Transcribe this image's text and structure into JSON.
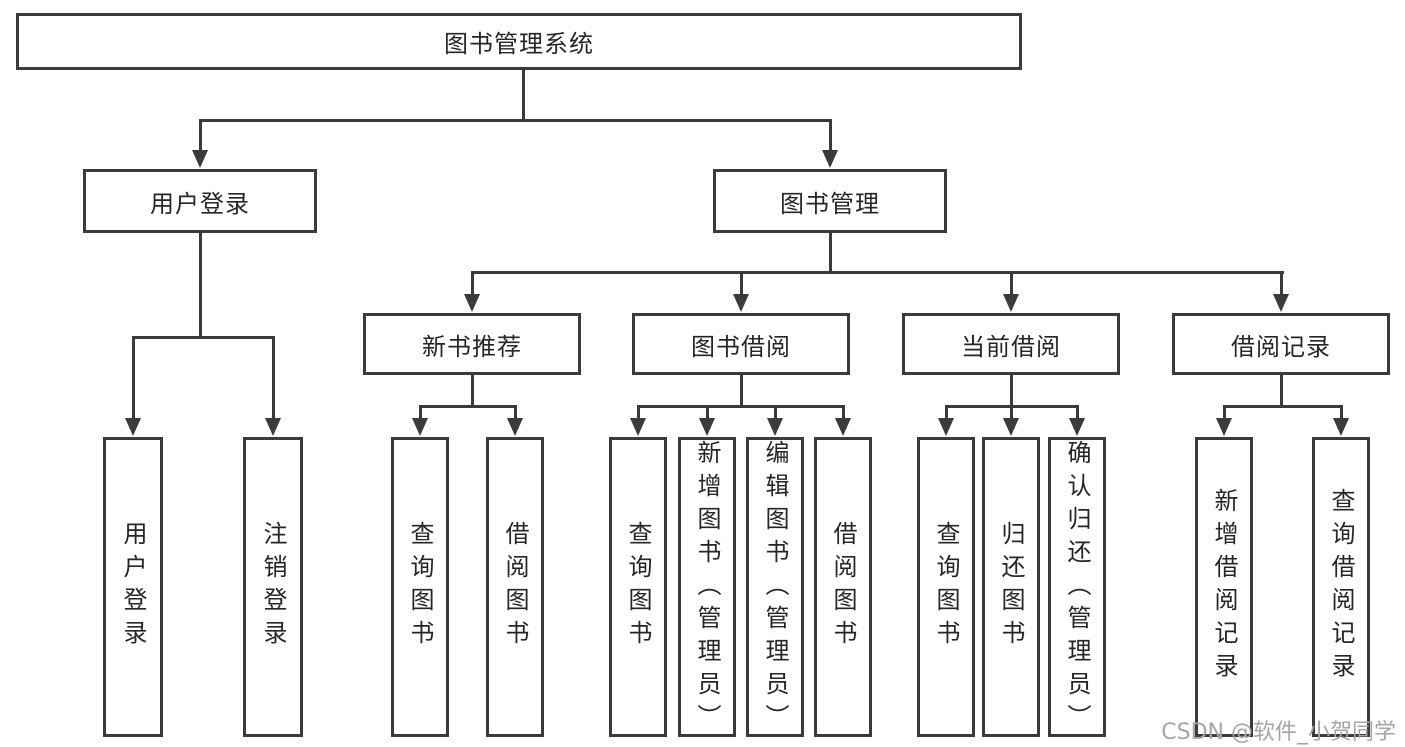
{
  "diagram": {
    "root": "图书管理系统",
    "branches": [
      {
        "label": "用户登录",
        "children": [
          "用户登录",
          "注销登录"
        ]
      },
      {
        "label": "图书管理",
        "children": [
          {
            "label": "新书推荐",
            "children": [
              "查询图书",
              "借阅图书"
            ]
          },
          {
            "label": "图书借阅",
            "children": [
              "查询图书",
              "新增图书（管理员）",
              "编辑图书（管理员）",
              "借阅图书"
            ]
          },
          {
            "label": "当前借阅",
            "children": [
              "查询图书",
              "归还图书",
              "确认归还（管理员）"
            ]
          },
          {
            "label": "借阅记录",
            "children": [
              "新增借阅记录",
              "查询借阅记录"
            ]
          }
        ]
      }
    ]
  },
  "watermark": "CSDN @软件_小贺同学",
  "colors": {
    "line": "#3b3b3b",
    "text": "#262626",
    "watermark": "#a6a6a6",
    "background": "#ffffff"
  }
}
